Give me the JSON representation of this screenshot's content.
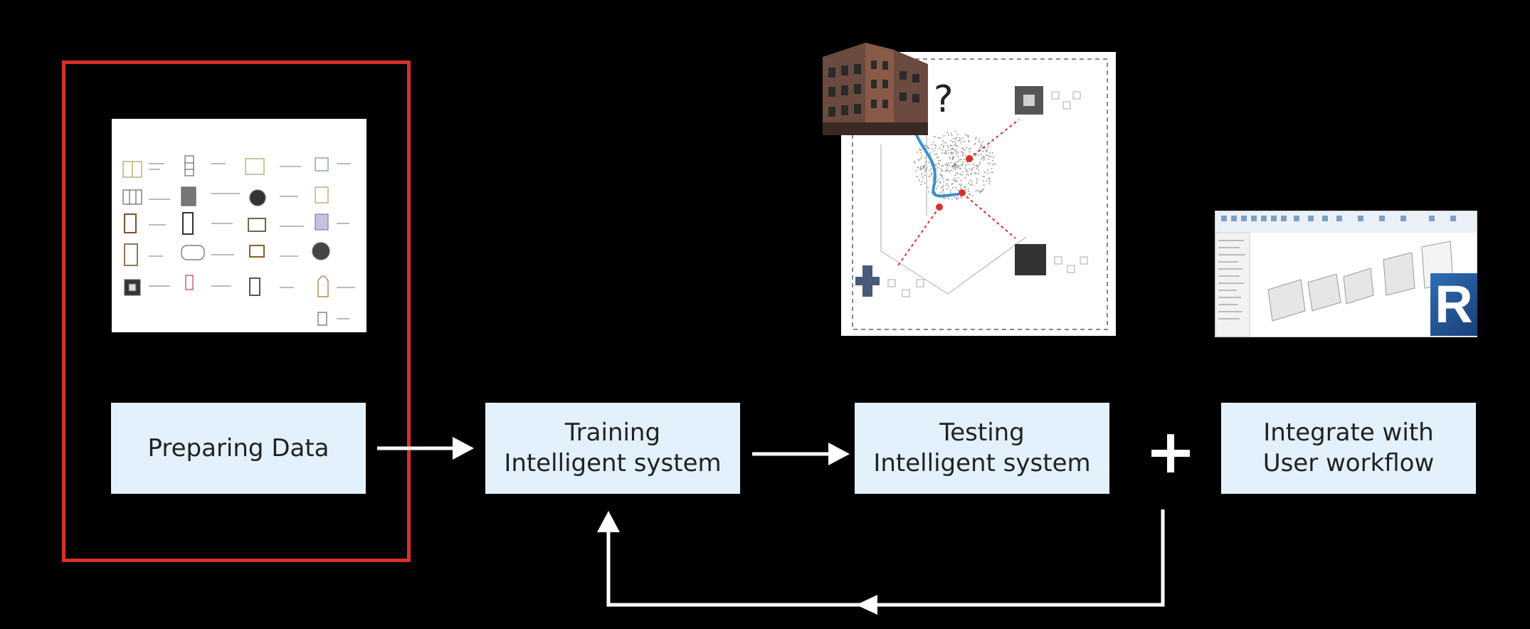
{
  "diagram": {
    "highlight_color": "#d8302b",
    "box_color": "#e2f1fb",
    "steps": [
      {
        "label": "Preparing Data"
      },
      {
        "label": "Training\nIntelligent system"
      },
      {
        "label": "Testing\nIntelligent system"
      },
      {
        "label": "Integrate with\nUser workflow"
      }
    ],
    "plus_symbol": "+",
    "question_mark": "?",
    "revit_logo_letter": "R"
  }
}
